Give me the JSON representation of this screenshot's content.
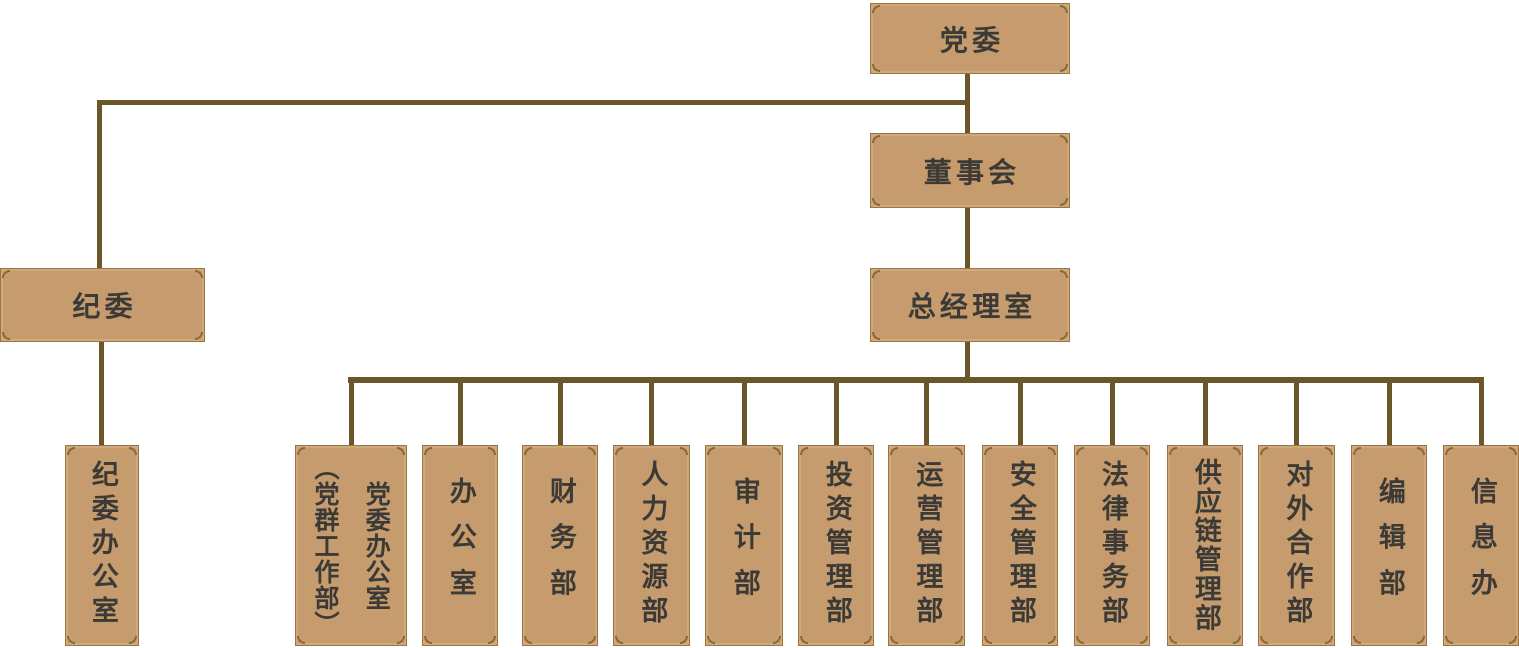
{
  "org_chart": {
    "type": "org-tree",
    "nodes": {
      "party_committee": "党委",
      "board_of_directors": "董事会",
      "general_manager_office": "总经理室",
      "discipline_committee": "纪委",
      "discipline_committee_office": "纪委办公室"
    },
    "departments": [
      "党委办公室\n（党群工作部）",
      "办公室",
      "财务部",
      "人力资源部",
      "审计部",
      "投资管理部",
      "运营管理部",
      "安全管理部",
      "法律事务部",
      "供应链管理部",
      "对外合作部",
      "编辑部",
      "信息办"
    ],
    "colors": {
      "box_fill": "#c69c6e",
      "box_border": "#9a7540",
      "corner_ornament": "#8a6836",
      "connector_line": "#6b5629",
      "text": "#3b3a36",
      "background": "#ffffff"
    }
  }
}
